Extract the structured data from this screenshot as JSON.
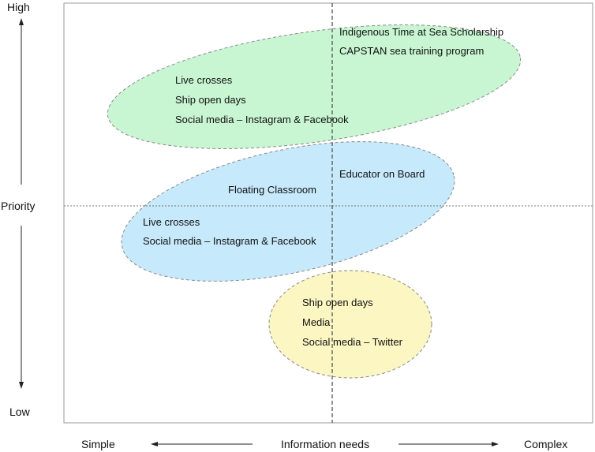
{
  "axes": {
    "y_high": "High",
    "y_label": "Priority",
    "y_low": "Low",
    "x_low": "Simple",
    "x_label": "Information needs",
    "x_high": "Complex"
  },
  "groups": [
    {
      "id": "green",
      "fill": "#c8f5d2",
      "items": [
        "Indigenous Time at Sea Scholarship",
        "CAPSTAN sea training program",
        "Live crosses",
        "Ship open days",
        "Social media – Instagram & Facebook"
      ]
    },
    {
      "id": "blue",
      "fill": "#c6e9fb",
      "items": [
        "Educator on Board",
        "Floating Classroom",
        "Live crosses",
        "Social media – Instagram & Facebook"
      ]
    },
    {
      "id": "yellow",
      "fill": "#fbf6c2",
      "items": [
        "Ship open days",
        "Media",
        "Social media – Twitter"
      ]
    }
  ],
  "colors": {
    "frame": "#9a9a9a",
    "ellipse_stroke": "#8a8a8a",
    "midline": "#555555",
    "arrow": "#222222"
  }
}
